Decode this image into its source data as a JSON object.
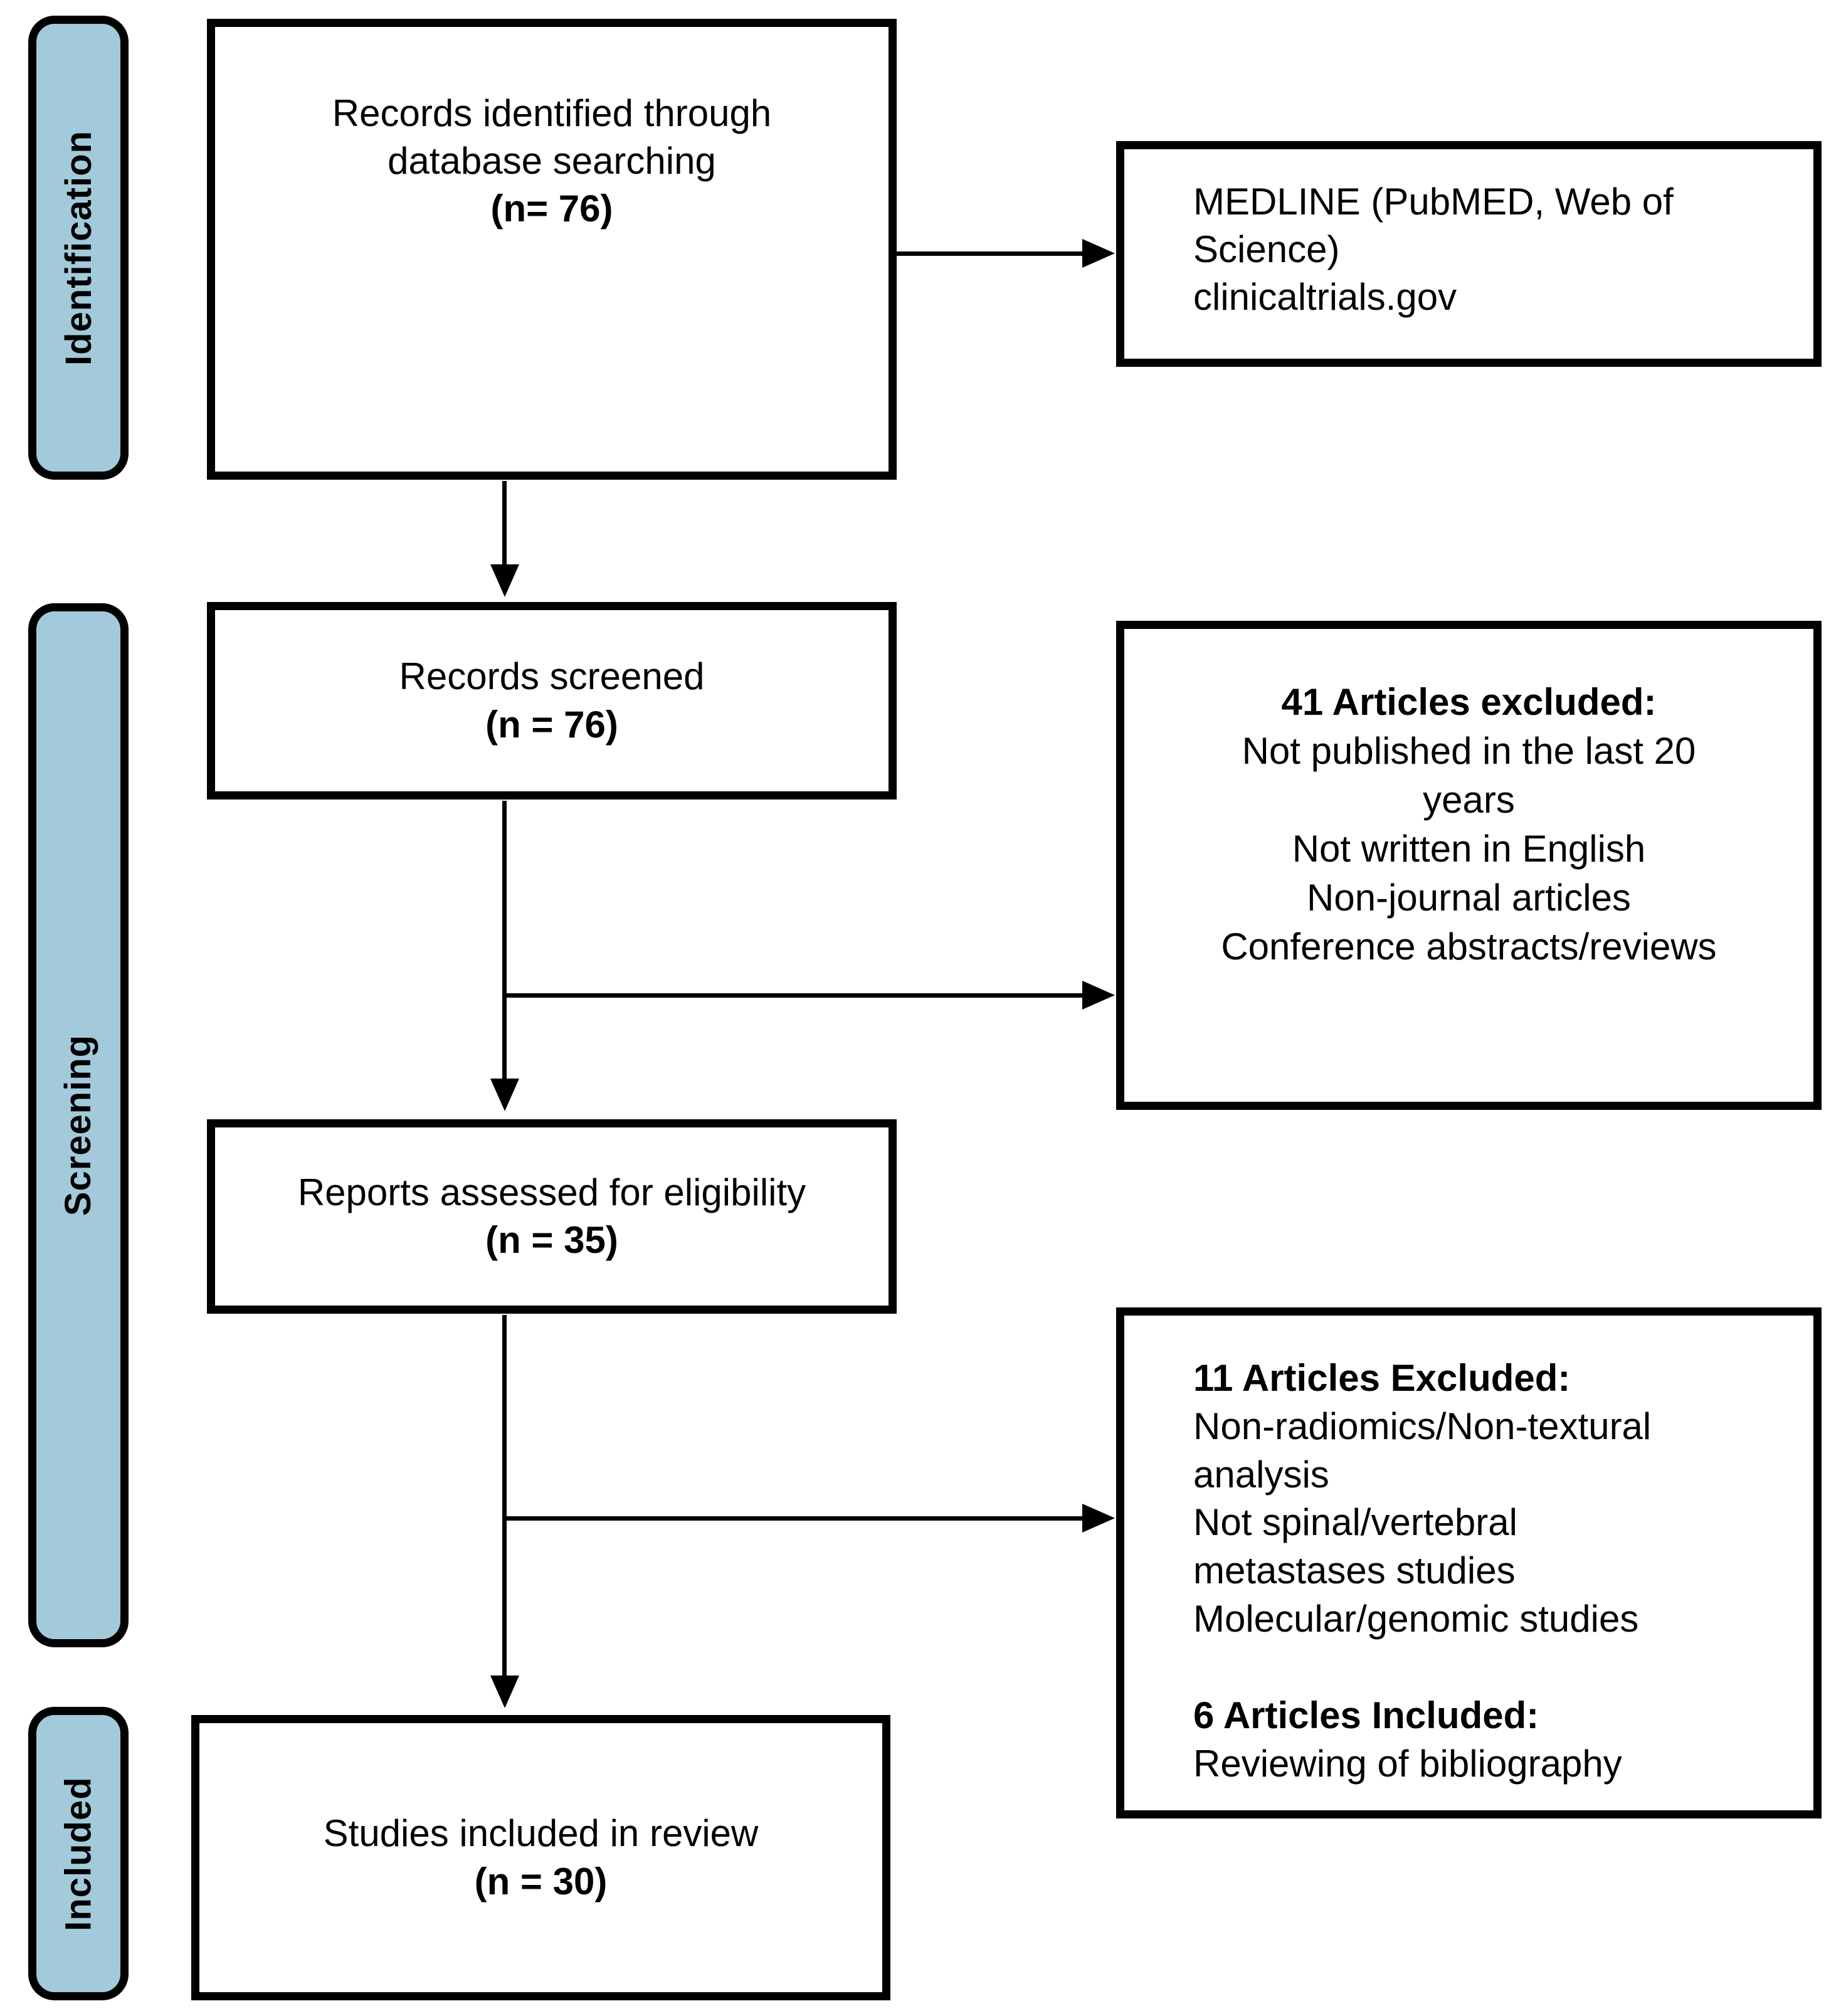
{
  "diagram": {
    "stages": {
      "identification": "Identification",
      "screening": "Screening",
      "included": "Included"
    },
    "boxes": {
      "records_identified": {
        "line1": "Records identified through",
        "line2": "database searching",
        "count": "(n= 76)"
      },
      "sources": {
        "line1": "MEDLINE (PubMED, Web of",
        "line2": "Science)",
        "line3": "clinicaltrials.gov"
      },
      "records_screened": {
        "line1": "Records screened",
        "count": "(n = 76)"
      },
      "excluded_screening": {
        "title": "41 Articles excluded:",
        "reasons": [
          "Not published in the last 20",
          "years",
          "Not written in English",
          "Non-journal articles",
          "Conference abstracts/reviews"
        ]
      },
      "reports_assessed": {
        "line1": "Reports assessed for eligibility",
        "count": "(n = 35)"
      },
      "excluded_eligibility": {
        "title": "11 Articles Excluded:",
        "reasons": [
          "Non-radiomics/Non-textural",
          "analysis",
          "Not spinal/vertebral",
          "metastases studies",
          "Molecular/genomic studies"
        ],
        "included_title": "6 Articles Included:",
        "included_reason": "Reviewing of bibliography"
      },
      "studies_included": {
        "line1": "Studies included in review",
        "count": "(n = 30)"
      }
    },
    "colors": {
      "stage_fill": "#a2cadb",
      "outline": "#000000",
      "background": "#ffffff"
    }
  }
}
